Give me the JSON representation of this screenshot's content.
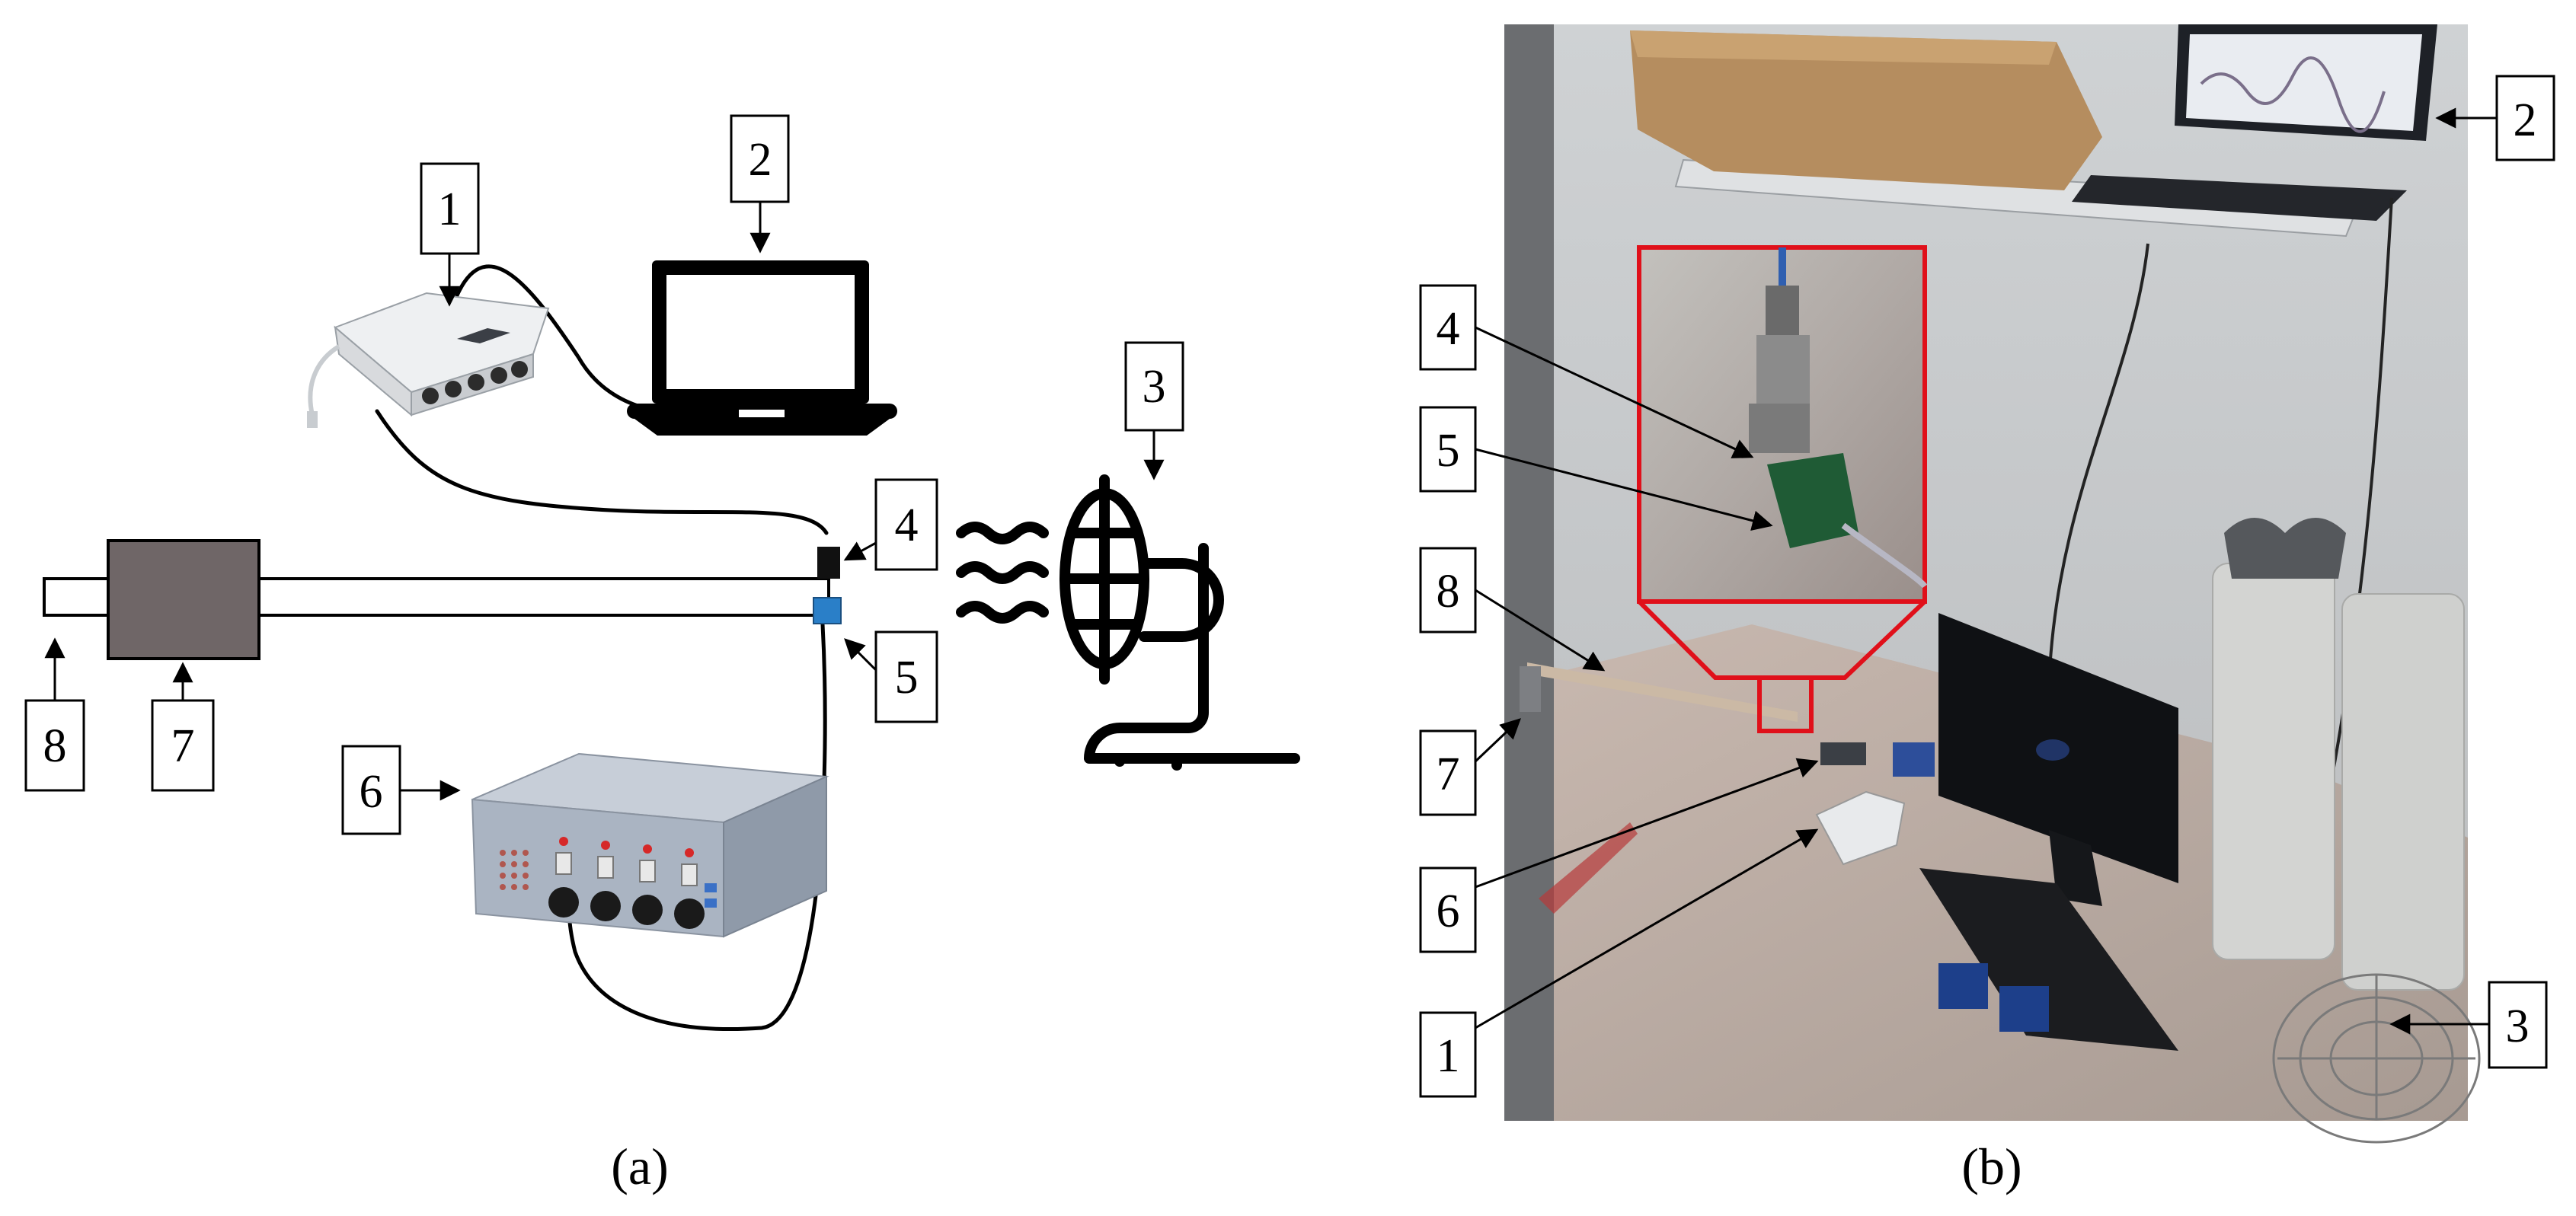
{
  "panel_a": {
    "caption": "(a)",
    "labels": {
      "daq": "1",
      "laptop": "2",
      "fan": "3",
      "sensor_top": "4",
      "sensor_bottom": "5",
      "shaker": "6",
      "mass": "7",
      "beam": "8"
    },
    "colors": {
      "mass_fill": "#6f6667",
      "sensor_top": "#111111",
      "sensor_bottom": "#2a7fc8",
      "shaker_body": "#aab4c2"
    },
    "icons": [
      "daq-device-icon",
      "laptop-icon",
      "fan-icon",
      "wind-icon",
      "shaker-box-icon"
    ]
  },
  "panel_b": {
    "caption": "(b)",
    "labels": {
      "laptop": "2",
      "sensor_top": "4",
      "sensor_bottom": "5",
      "beam": "8",
      "mass": "7",
      "shaker": "6",
      "daq": "1",
      "fan": "3"
    },
    "colors": {
      "zoom_outline": "#e0101a"
    }
  }
}
